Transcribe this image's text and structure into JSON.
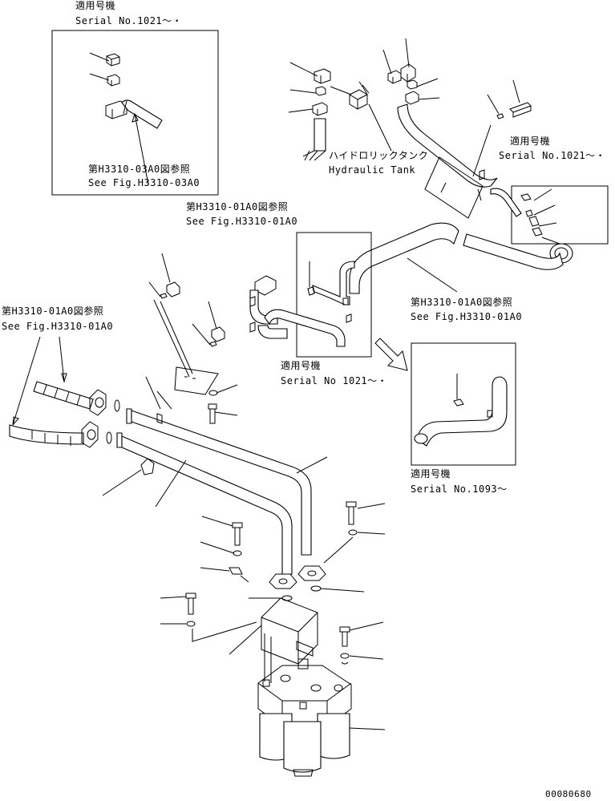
{
  "callouts": {
    "top_left_box": {
      "applicable_models": "適用号機",
      "serial": "Serial No.1021～・",
      "ref_jp": "第H3310-03A0図参照",
      "ref_en": "See Fig.H3310-03A0"
    },
    "hydraulic_tank": {
      "jp": "ハイドロリックタンク",
      "en": "Hydraulic Tank"
    },
    "top_center_ref": {
      "ref_jp": "第H3310-01A0図参照",
      "ref_en": "See Fig.H3310-01A0"
    },
    "right_box_header": {
      "applicable_models": "適用号機",
      "serial": "Serial No.1021～・"
    },
    "left_ref": {
      "ref_jp": "第H3310-01A0図参照",
      "ref_en": "See Fig.H3310-01A0"
    },
    "right_ref": {
      "ref_jp": "第H3310-01A0図参照",
      "ref_en": "See Fig.H3310-01A0"
    },
    "center_box": {
      "applicable_models": "適用号機",
      "serial": "Serial No 1021～・"
    },
    "lower_right_box": {
      "applicable_models": "適用号機",
      "serial": "Serial No.1093～"
    }
  },
  "drawing_number": "00080680"
}
